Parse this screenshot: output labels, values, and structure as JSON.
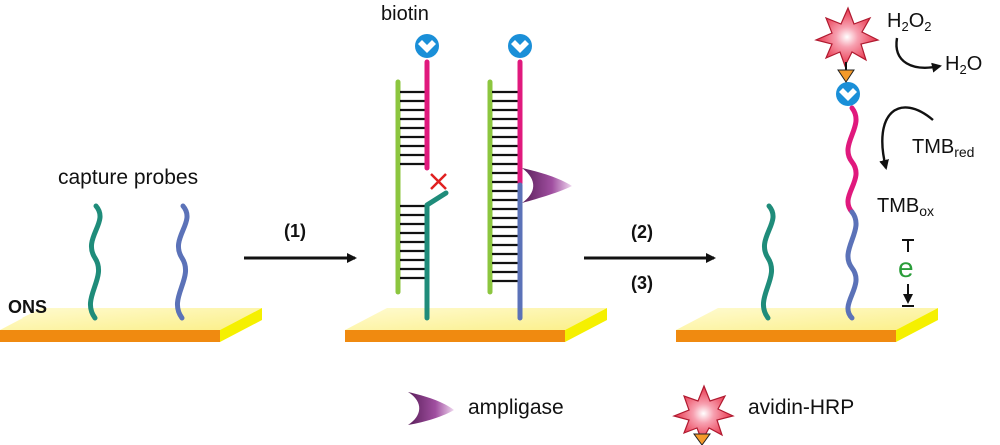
{
  "labels": {
    "biotin": "biotin",
    "capture_probes": "capture probes",
    "ons": "ONS",
    "step1": "(1)",
    "step2": "(2)",
    "step3": "(3)",
    "h2o2_main": "H",
    "h2o2_sub": "2",
    "h2o2_tail": "O",
    "h2o2_sub2": "2",
    "h2o_main": "H",
    "h2o_sub": "2",
    "h2o_tail": "O",
    "tmb_red_main": "TMB",
    "tmb_red_sub": "red",
    "tmb_ox_main": "TMB",
    "tmb_ox_sub": "ox",
    "electron": "e",
    "legend_ampligase": "ampligase",
    "legend_avidin_hrp": "avidin-HRP"
  },
  "colors": {
    "substrate_top": "#fdf6a8",
    "substrate_side": "#f5f000",
    "substrate_front": "#f08a10",
    "teal_strand": "#1f8c7a",
    "blue_strand": "#5b72b8",
    "green_strand": "#8cc63f",
    "magenta_strand": "#e0197d",
    "biotin_blue": "#1a8fd8",
    "ampligase_purple": "#8e3a8e",
    "hrp_red": "#e8334a",
    "electron_green": "#2a9d3a",
    "mismatch_red": "#e02020"
  }
}
